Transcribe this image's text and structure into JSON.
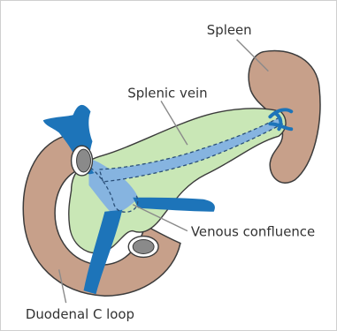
{
  "labels": {
    "spleen": "Spleen",
    "splenic_vein": "Splenic vein",
    "venous_confluence": "Venous confluence",
    "duodenal_c_loop": "Duodenal C loop"
  },
  "colors": {
    "duodenum": "#c7a08a",
    "pancreas": "#c9e7b6",
    "vein": "#1d74b9",
    "vein_light": "#86b4e0",
    "outline": "#3b3b3b",
    "text": "#333333"
  }
}
